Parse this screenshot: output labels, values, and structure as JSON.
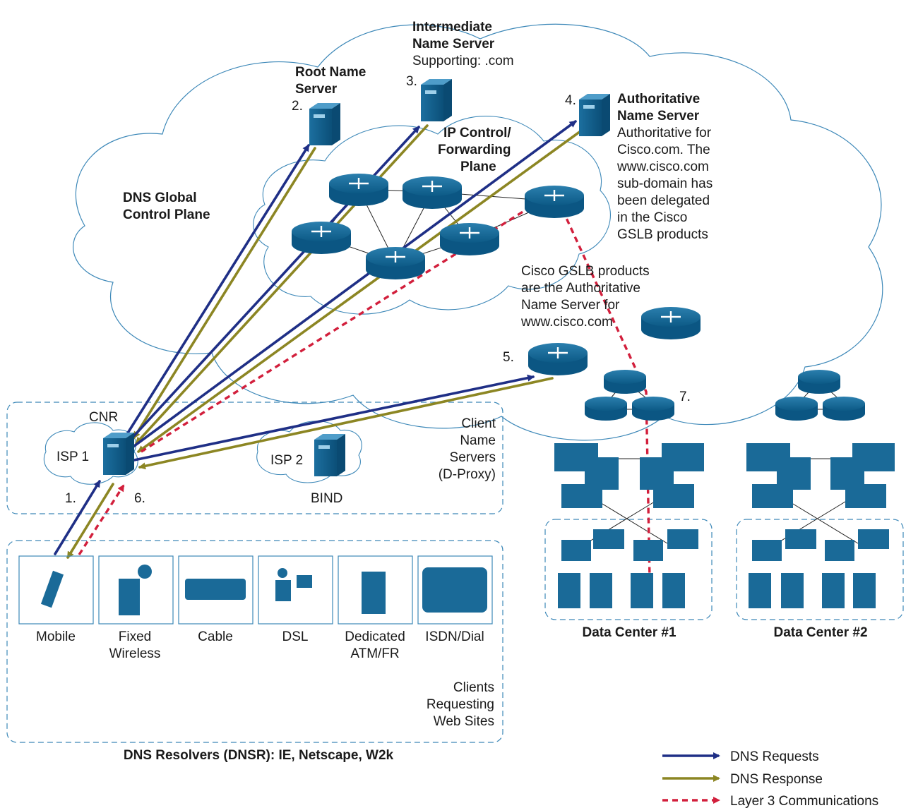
{
  "labels": {
    "intermediate_title_1": "Intermediate",
    "intermediate_title_2": "Name Server",
    "intermediate_sub": "Supporting: .com",
    "root_title_1": "Root Name",
    "root_title_2": "Server",
    "auth_title_1": "Authoritative",
    "auth_title_2": "Name Server",
    "auth_desc": [
      "Authoritative for",
      "Cisco.com. The",
      "www.cisco.com",
      "sub-domain has",
      "been delegated",
      "in the Cisco",
      "GSLB products"
    ],
    "ip_plane": [
      "IP Control/",
      "Forwarding",
      "Plane"
    ],
    "dns_global": [
      "DNS Global",
      "Control Plane"
    ],
    "gslb_note": [
      "Cisco GSLB products",
      "are the Authoritative",
      "Name Server for",
      "www.cisco.com"
    ],
    "step_1": "1.",
    "step_2": "2.",
    "step_3": "3.",
    "step_4": "4.",
    "step_5": "5.",
    "step_6": "6.",
    "step_7": "7.",
    "cnr": "CNR",
    "isp1": "ISP 1",
    "isp2": "ISP 2",
    "bind": "BIND",
    "client_ns": [
      "Client",
      "Name",
      "Servers",
      "(D-Proxy)"
    ],
    "clients": [
      {
        "name": "Mobile",
        "line2": ""
      },
      {
        "name": "Fixed",
        "line2": "Wireless"
      },
      {
        "name": "Cable",
        "line2": ""
      },
      {
        "name": "DSL",
        "line2": ""
      },
      {
        "name": "Dedicated",
        "line2": "ATM/FR"
      },
      {
        "name": "ISDN/Dial",
        "line2": ""
      }
    ],
    "clients_req": [
      "Clients",
      "Requesting",
      "Web Sites"
    ],
    "resolvers": "DNS Resolvers (DNSR): IE, Netscape, W2k",
    "dc1": "Data Center #1",
    "dc2": "Data Center #2"
  },
  "legend": [
    {
      "label": "DNS Requests",
      "color": "#1f2f86"
    },
    {
      "label": "DNS Response",
      "color": "#8c8623"
    },
    {
      "label": "Layer 3 Communications",
      "color": "#d21f3c"
    }
  ]
}
